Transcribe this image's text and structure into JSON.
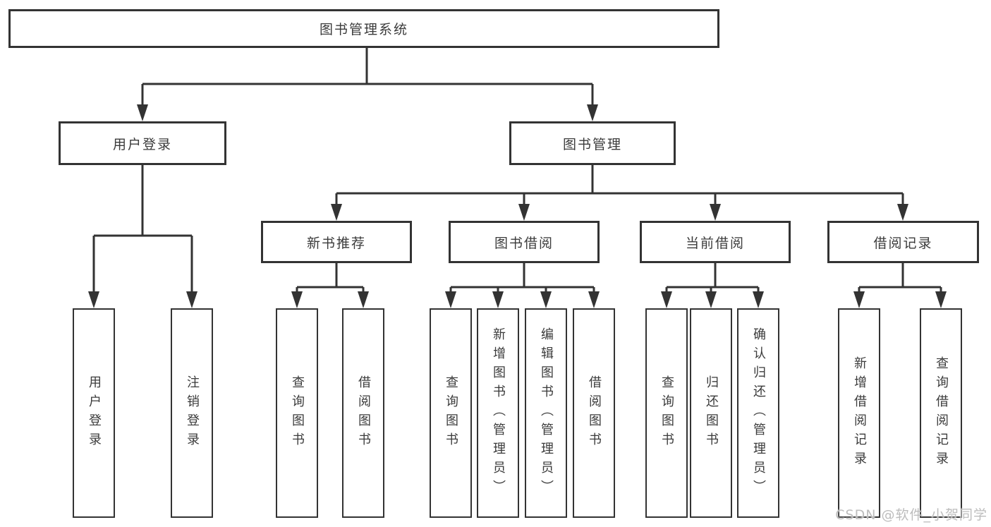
{
  "tree": {
    "label": "图书管理系统",
    "children": [
      {
        "label": "用户登录",
        "children": [
          {
            "label": "用户登录"
          },
          {
            "label": "注销登录"
          }
        ]
      },
      {
        "label": "图书管理",
        "children": [
          {
            "label": "新书推荐",
            "children": [
              {
                "label": "查询图书"
              },
              {
                "label": "借阅图书"
              }
            ]
          },
          {
            "label": "图书借阅",
            "children": [
              {
                "label": "查询图书"
              },
              {
                "label": "新增图书（管理员）"
              },
              {
                "label": "编辑图书（管理员）"
              },
              {
                "label": "借阅图书"
              }
            ]
          },
          {
            "label": "当前借阅",
            "children": [
              {
                "label": "查询图书"
              },
              {
                "label": "归还图书"
              },
              {
                "label": "确认归还（管理员）"
              }
            ]
          },
          {
            "label": "借阅记录",
            "children": [
              {
                "label": "新增借阅记录"
              },
              {
                "label": "查询借阅记录"
              }
            ]
          }
        ]
      }
    ]
  },
  "watermark": "CSDN @软件_小贺同学",
  "colors": {
    "line": "#333333",
    "text": "#3b3b3b",
    "background": "#ffffff",
    "watermark": "#b9b9b9"
  }
}
